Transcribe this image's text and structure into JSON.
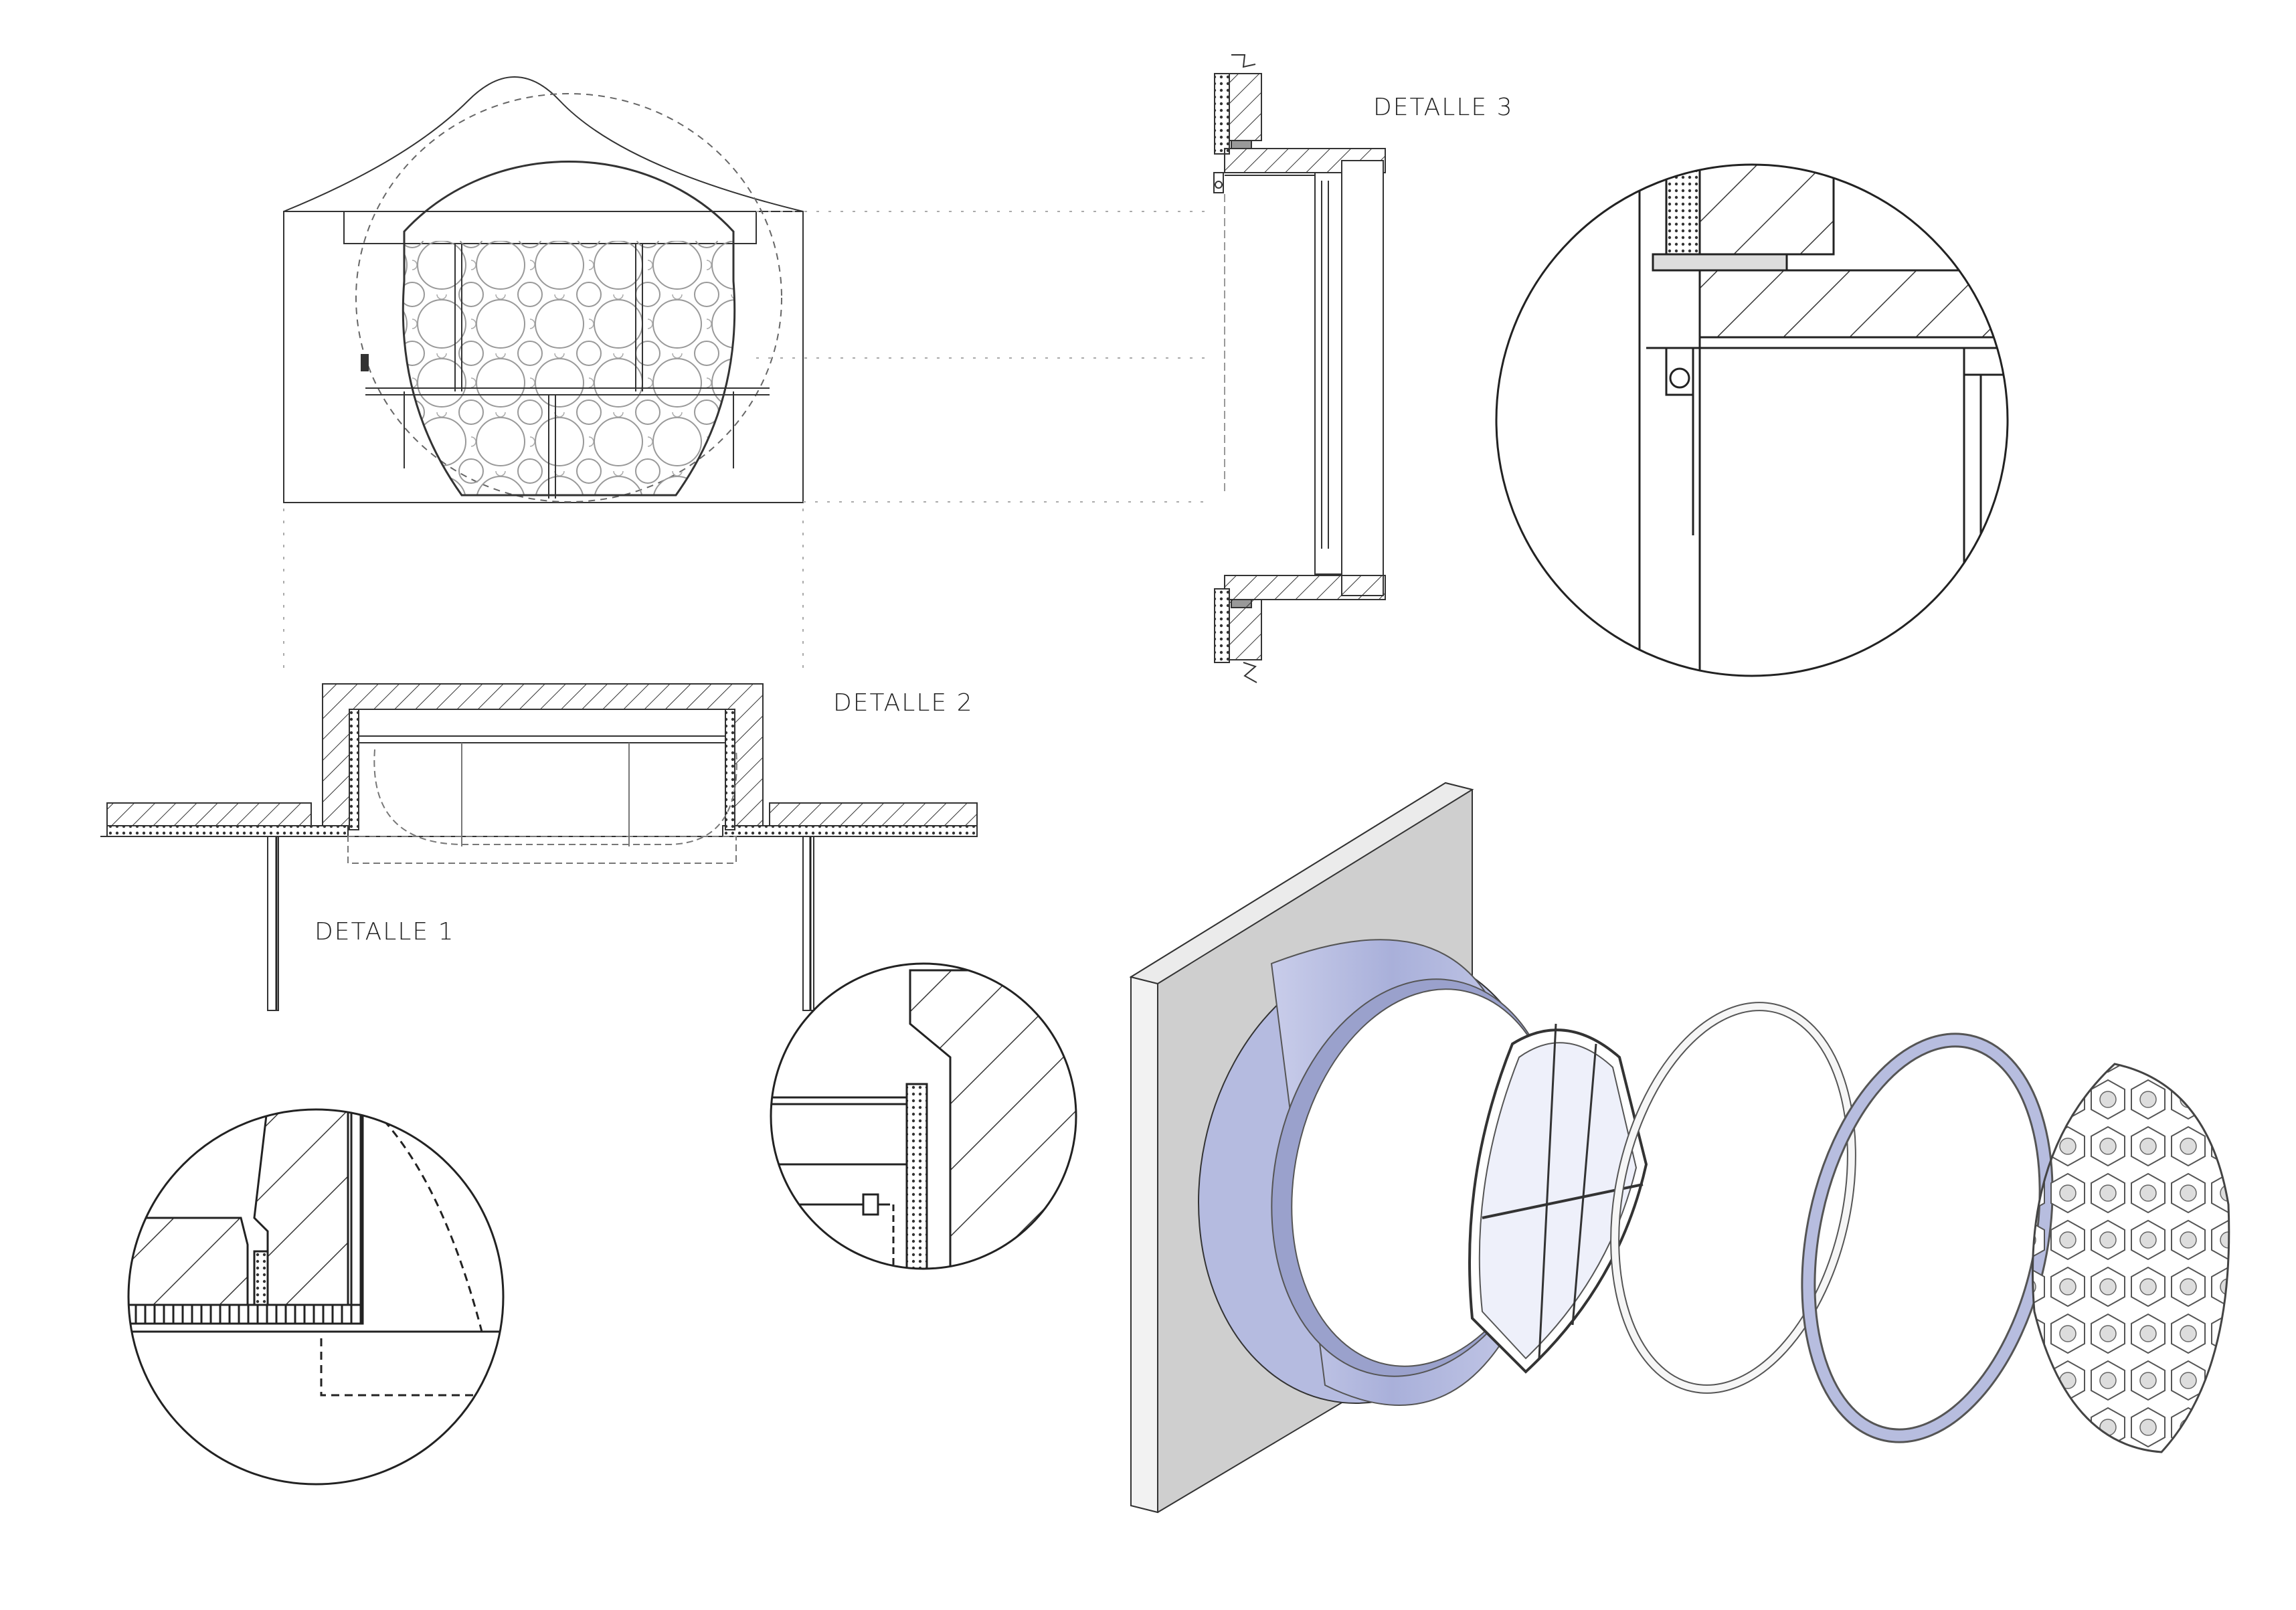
{
  "labels": {
    "detail_1": "DETALLE 1",
    "detail_2": "DETALLE 2",
    "detail_3": "DETALLE 3"
  },
  "colors": {
    "line": "#222222",
    "hatch": "#444444",
    "wall_face": "#e4e4e4",
    "wall_side": "#cfcfcf",
    "frame_blue": "#b7bddf",
    "frame_blue_dark": "#8f97c4",
    "ring_white": "#f6f6f6"
  }
}
